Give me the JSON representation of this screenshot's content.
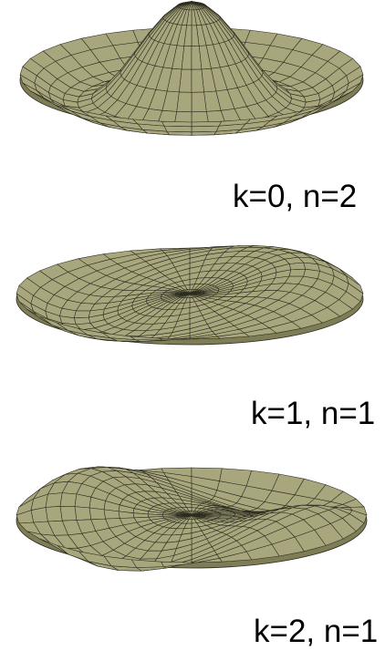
{
  "colors": {
    "surface_fill": "#a8a67c",
    "surface_shadow": "#7f7d56",
    "mesh_line": "#2b2a1e",
    "background": "#ffffff"
  },
  "modes": [
    {
      "label": "k=0, n=2",
      "k": 0,
      "n": 2
    },
    {
      "label": "k=1, n=1",
      "k": 1,
      "n": 1
    },
    {
      "label": "k=2, n=1",
      "k": 2,
      "n": 1
    }
  ]
}
